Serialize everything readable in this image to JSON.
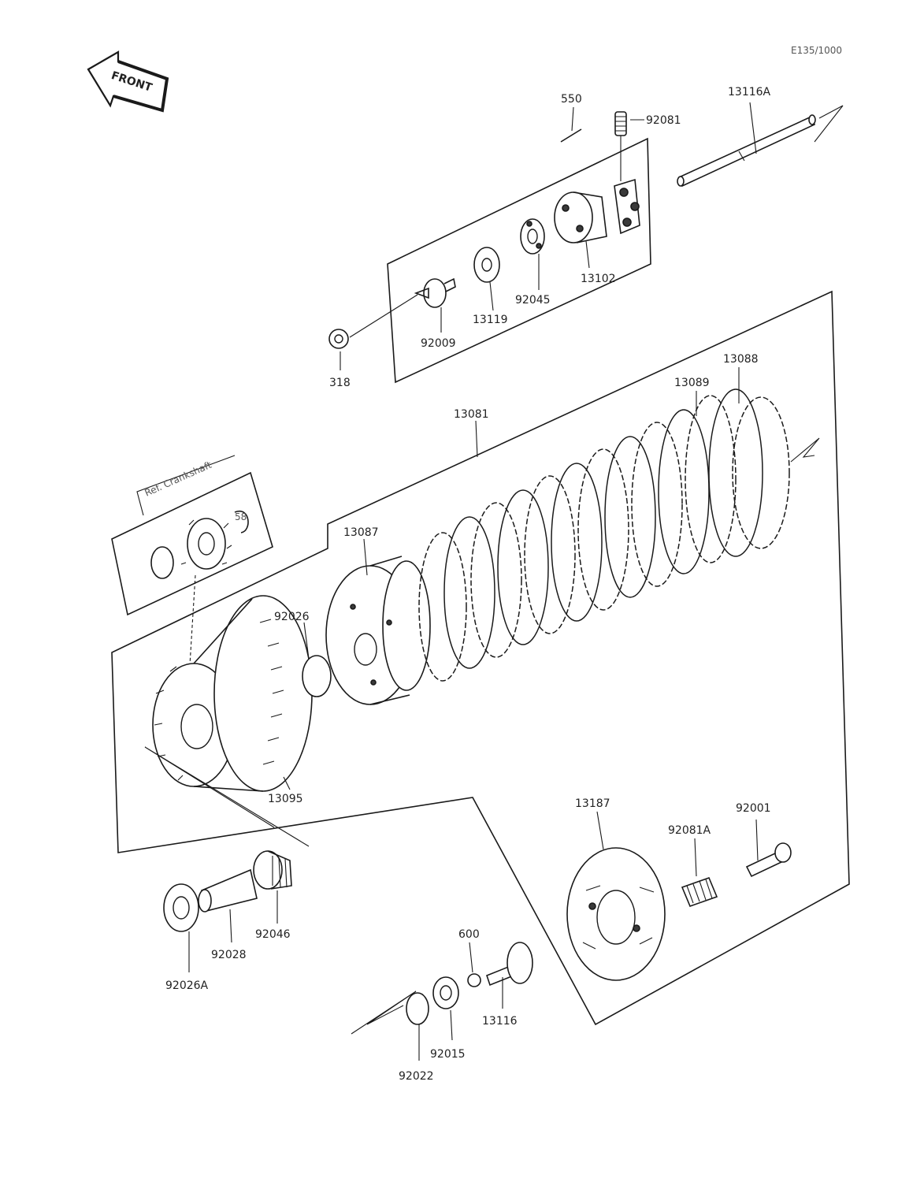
{
  "header": {
    "ref_code": "E135/1000"
  },
  "front_badge": {
    "label": "FRONT"
  },
  "ref_crankshaft": {
    "label": "Ref. Crankshaft"
  },
  "parts": {
    "p550": "550",
    "p92081": "92081",
    "p13116A": "13116A",
    "p13102": "13102",
    "p92045": "92045",
    "p13119": "13119",
    "p92009": "92009",
    "p318": "318",
    "p13088": "13088",
    "p13089": "13089",
    "p13081": "13081",
    "p13087": "13087",
    "p92026": "92026",
    "p13095": "13095",
    "p13187": "13187",
    "p92001": "92001",
    "p92081A": "92081A",
    "p92046": "92046",
    "p92028": "92028",
    "p92026A": "92026A",
    "p600": "600",
    "p13116": "13116",
    "p92015": "92015",
    "p92022": "92022",
    "p58": "58"
  }
}
